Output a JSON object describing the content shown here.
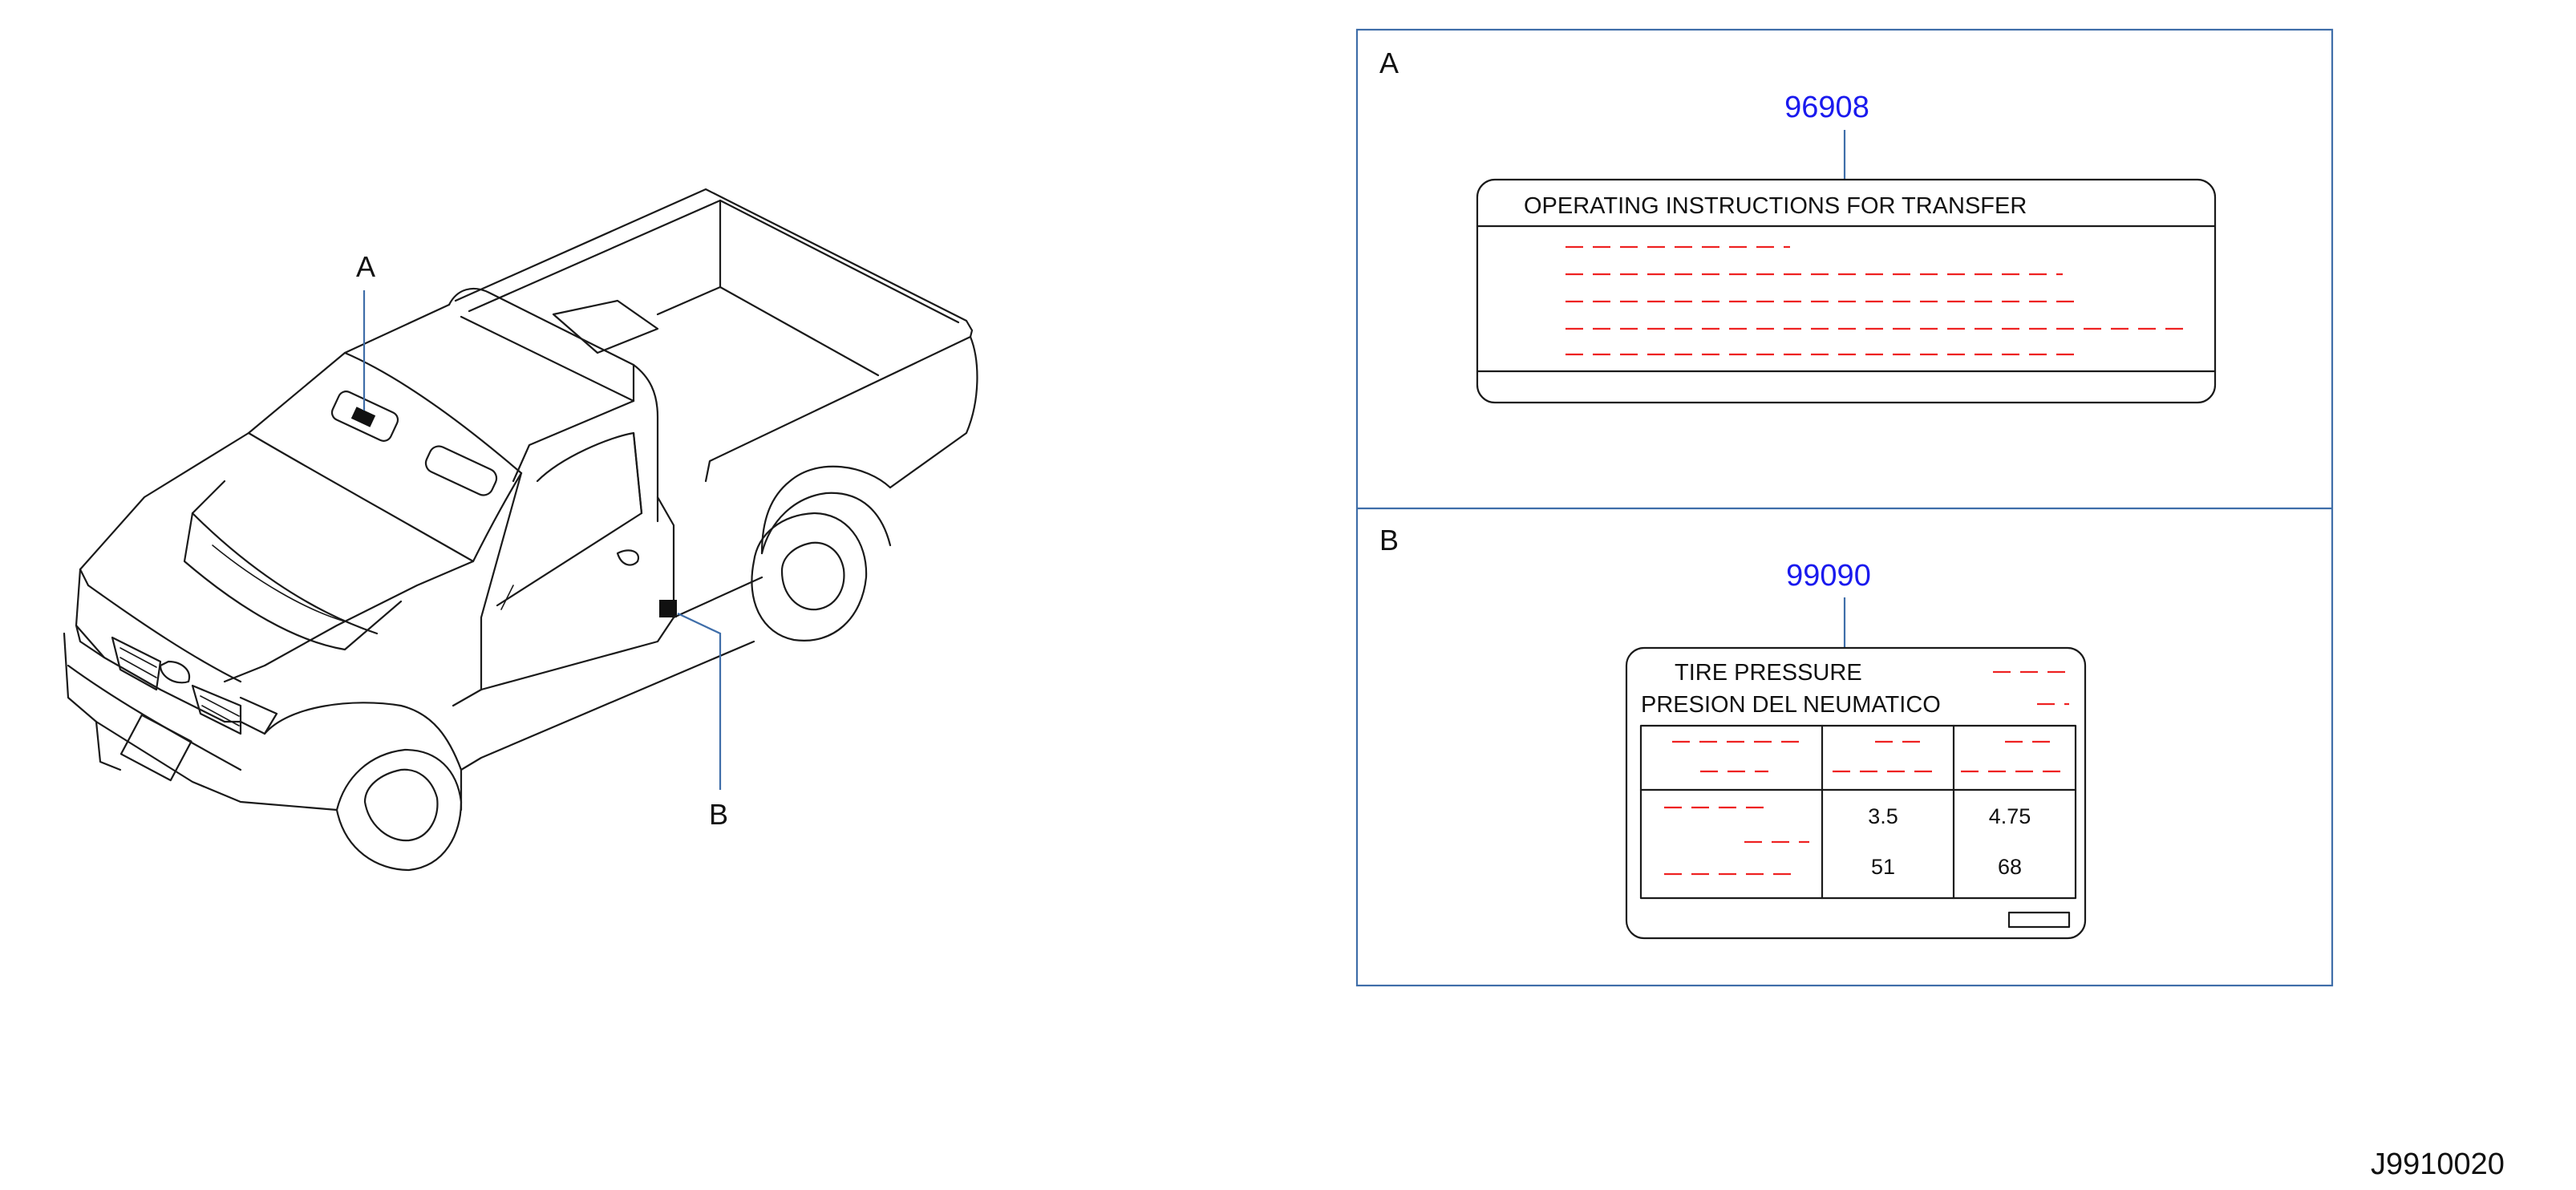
{
  "callouts": {
    "a": "A",
    "b": "B"
  },
  "panel_a": {
    "letter": "A",
    "part_number": "96908",
    "label_title": "OPERATING   INSTRUCTIONS   FOR   TRANSFER"
  },
  "panel_b": {
    "letter": "B",
    "part_number": "99090",
    "line1": "TIRE   PRESSURE",
    "line2": "PRESION   DEL   NEUMATICO",
    "values": {
      "front_kgf": "3.5",
      "rear_kgf": "4.75",
      "front_psi": "51",
      "rear_psi": "68"
    }
  },
  "diagram_code": "J9910020"
}
